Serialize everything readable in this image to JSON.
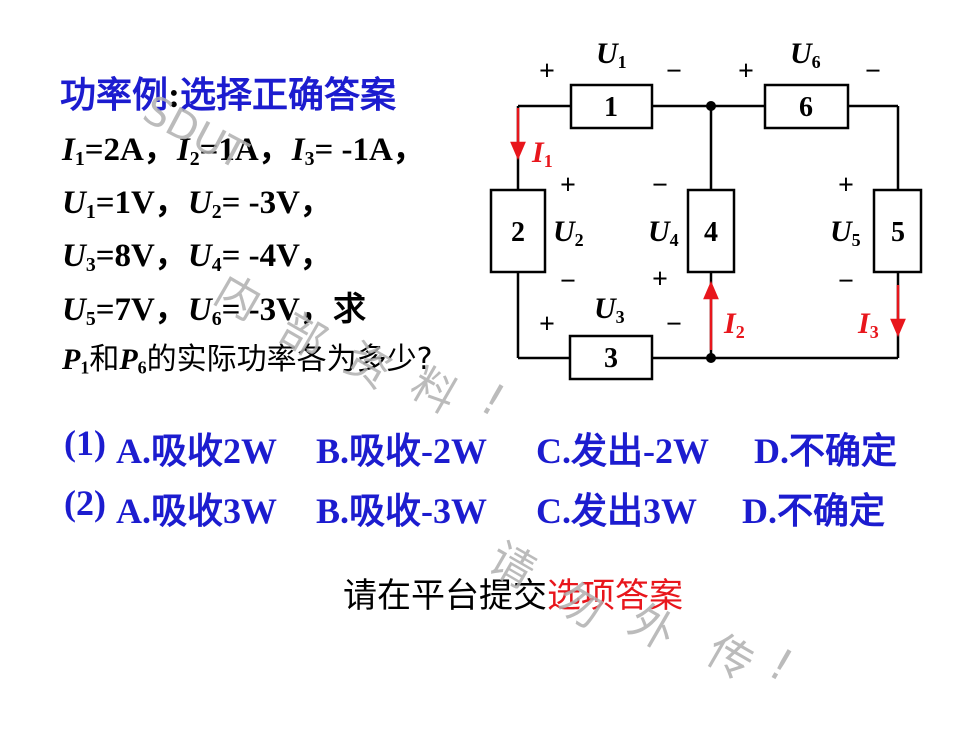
{
  "title": {
    "prefix": "功率例",
    "colon": ":",
    "suffix": "选择正确答案"
  },
  "given": {
    "I1": "=2A，",
    "I2": "=1A，",
    "I3": "= -1A，",
    "U1": "=1V，",
    "U2": "= -3V，",
    "U3": "=8V，",
    "U4": "= -4V，",
    "U5": "=7V，",
    "U6": "= -3V，",
    "ask": "求",
    "question_mid": "和",
    "question_end": "的实际功率各为多少?"
  },
  "symbols": {
    "I": "I",
    "U": "U",
    "P": "P",
    "s1": "1",
    "s2": "2",
    "s3": "3",
    "s4": "4",
    "s5": "5",
    "s6": "6"
  },
  "options": {
    "q1": {
      "label": "(1)",
      "A": "A.吸收2W",
      "B": "B.吸收-2W",
      "C": "C.发出-2W",
      "D": "D.不确定"
    },
    "q2": {
      "label": "(2)",
      "A": "A.吸收3W",
      "B": "B.吸收-3W",
      "C": "C.发出3W",
      "D": "D.不确定"
    }
  },
  "submit": {
    "prefix": "请在平台提交",
    "highlight": "选项答案"
  },
  "circuit": {
    "elements": [
      "1",
      "2",
      "3",
      "4",
      "5",
      "6"
    ],
    "plus": "+",
    "minus": "−"
  },
  "watermark": {
    "line1": "SDUT",
    "line2a": "内",
    "line2b": "部",
    "line2c": "资",
    "line2d": "料",
    "line2e": "!",
    "line3a": "请",
    "line3b": "勿",
    "line3c": "外",
    "line3d": "传",
    "line3e": "!"
  },
  "colors": {
    "blue": "#1c1ccf",
    "red": "#e8161c",
    "black": "#000000",
    "watermark": "#b0b0b0"
  }
}
